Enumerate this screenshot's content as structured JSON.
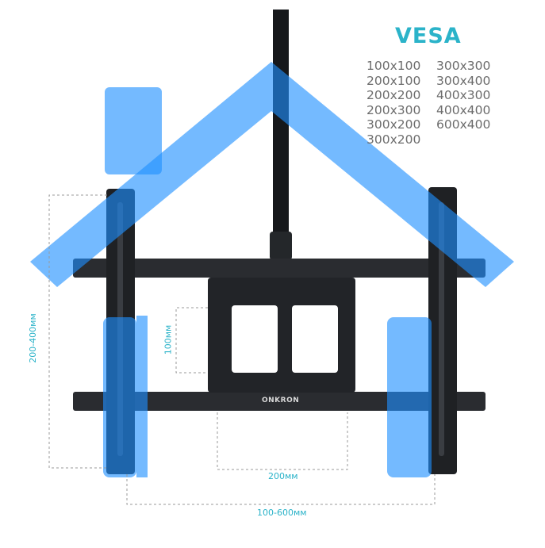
{
  "vesa": {
    "title": "VESA",
    "col1": [
      "100x100",
      "200x100",
      "200x200",
      "200x300",
      "300x200",
      "300x200"
    ],
    "col2": [
      "300x300",
      "300x400",
      "400x300",
      "400x400",
      "600x400"
    ]
  },
  "dimensions": {
    "vertical_range": "200-400мм",
    "inner_height": "100мм",
    "inner_width": "200мм",
    "total_width": "100-600мм"
  },
  "brand": "ONKRON",
  "colors": {
    "accent": "#2bb3c9",
    "overlay_blue": "#1e90ff",
    "metal": "#1f2124",
    "text_gray": "#6d6d6d"
  }
}
